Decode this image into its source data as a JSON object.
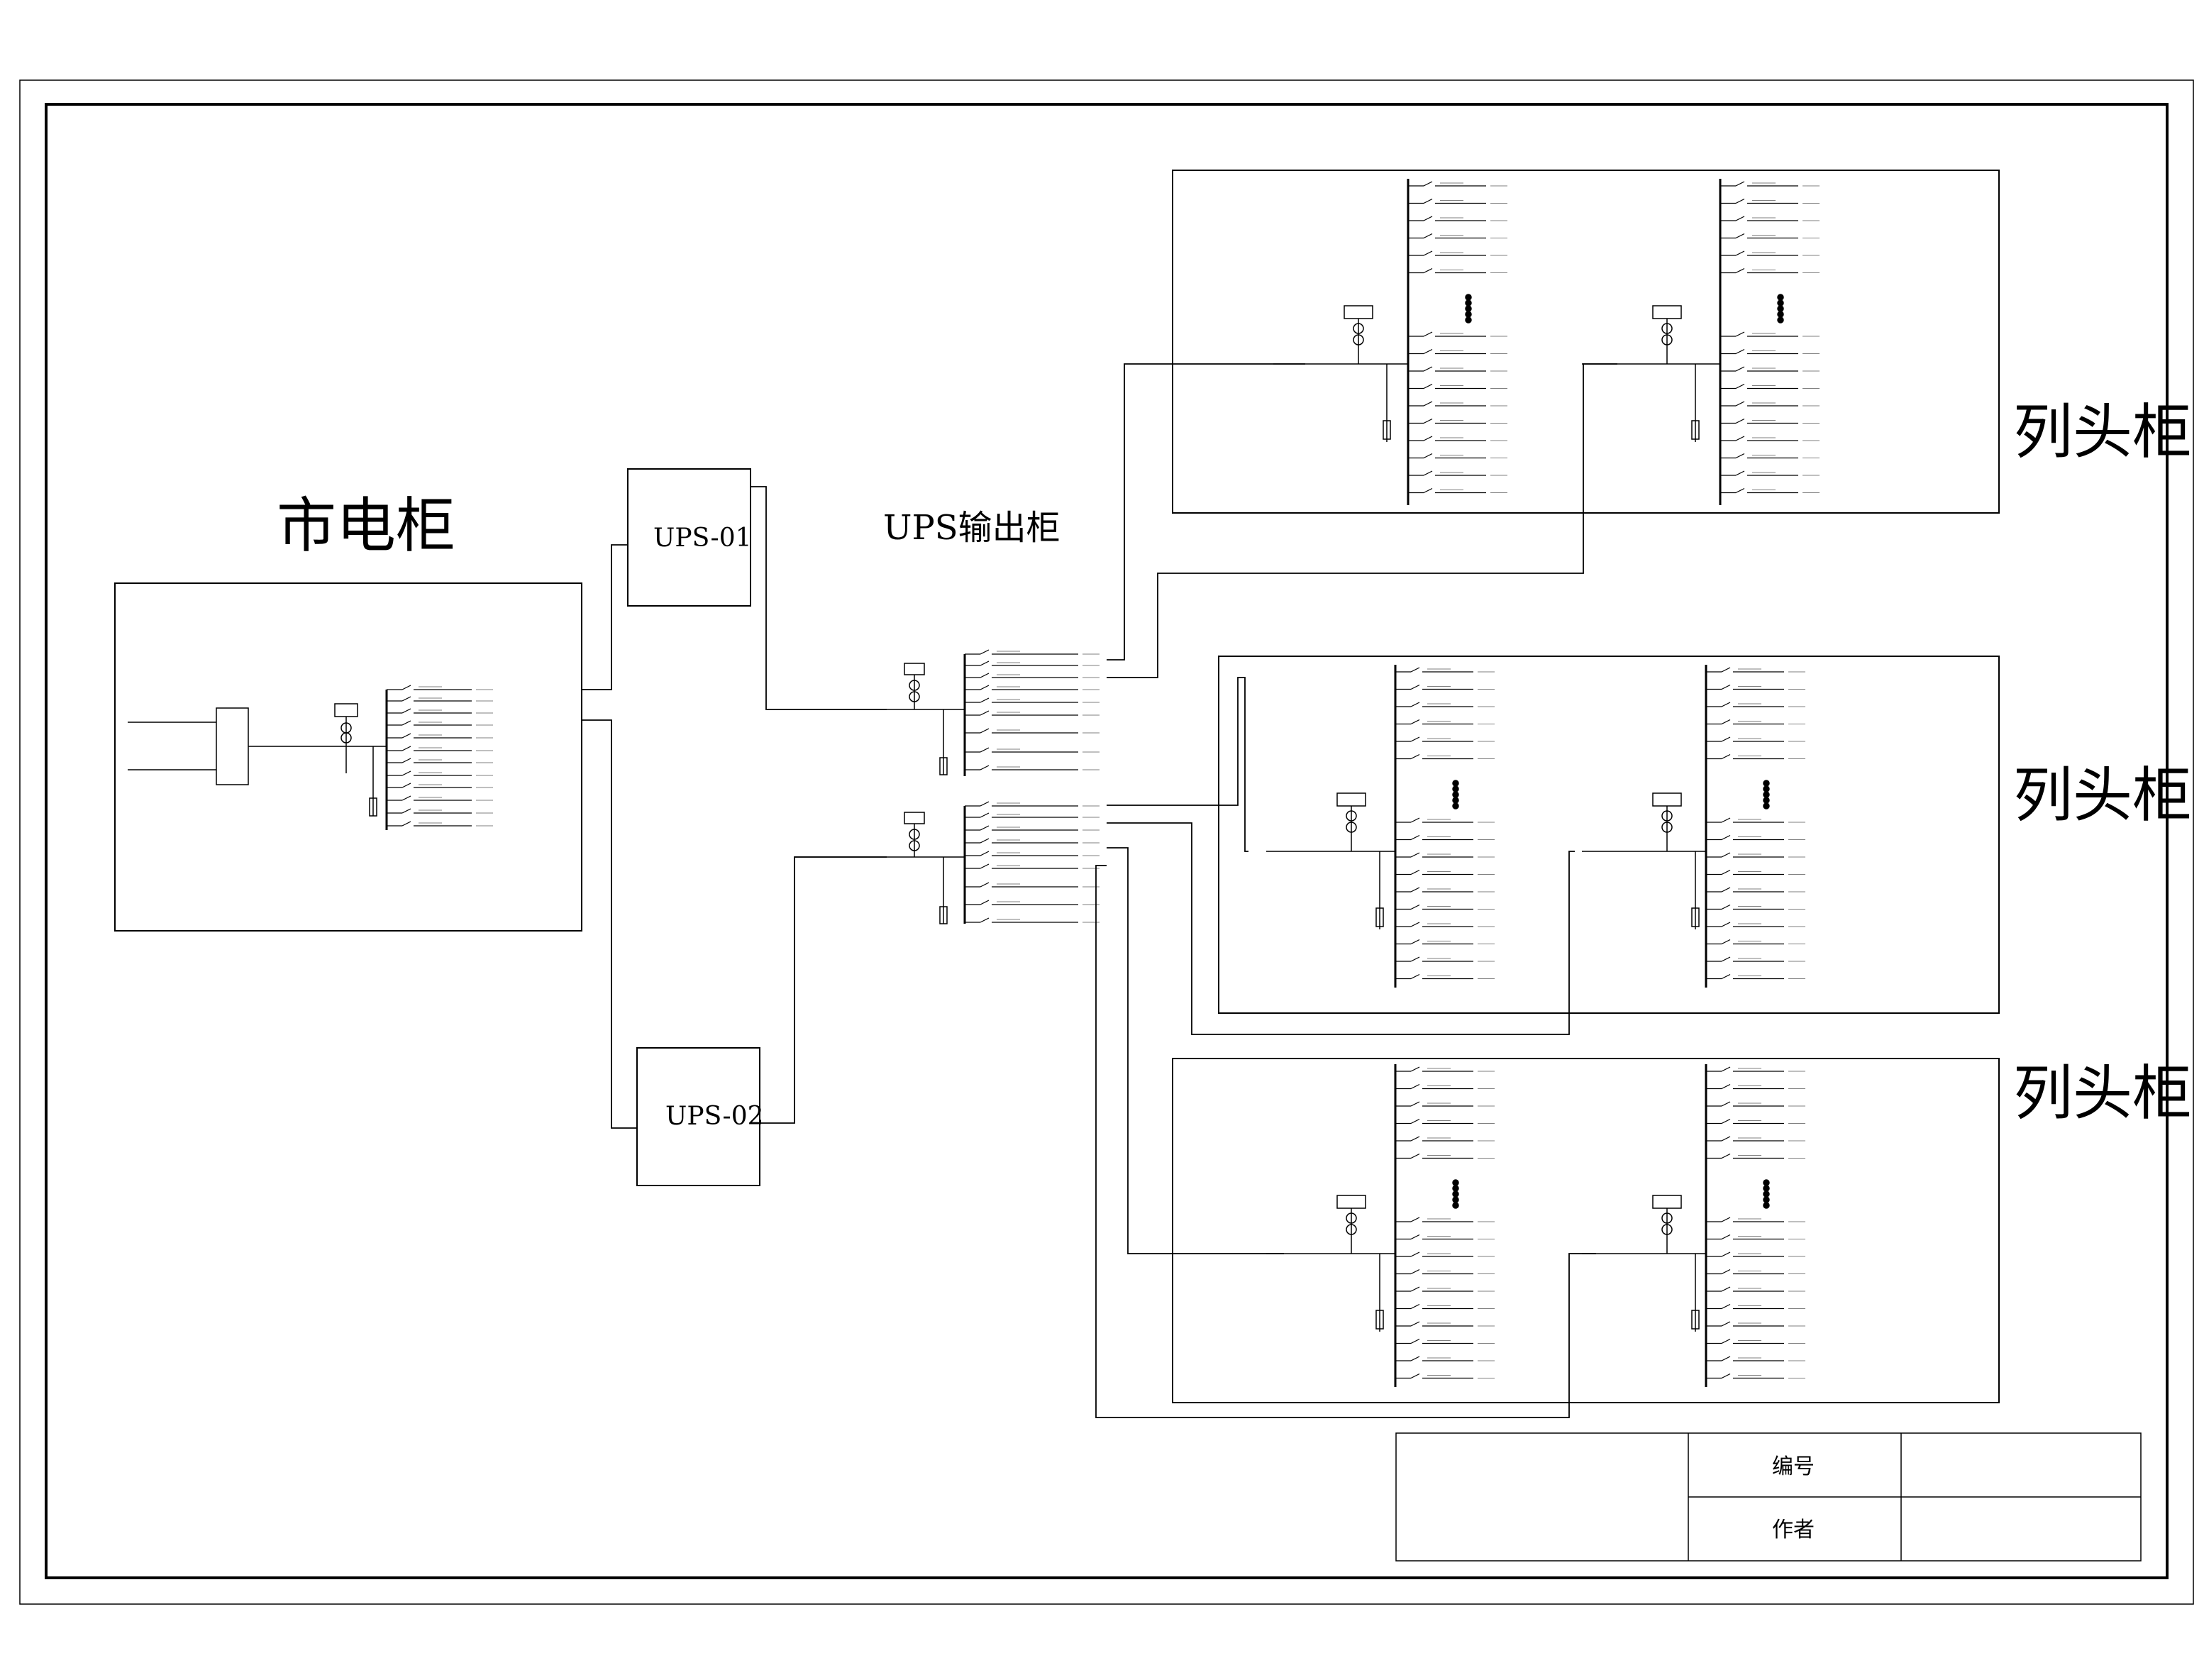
{
  "titles": {
    "utility_cabinet": "市电柜",
    "ups_output_cabinet": "UPS输出柜",
    "row_head_cabinet": "列头柜"
  },
  "ups_units": [
    "UPS-01",
    "UPS-02"
  ],
  "title_block": {
    "number_label": "编号",
    "author_label": "作者"
  }
}
